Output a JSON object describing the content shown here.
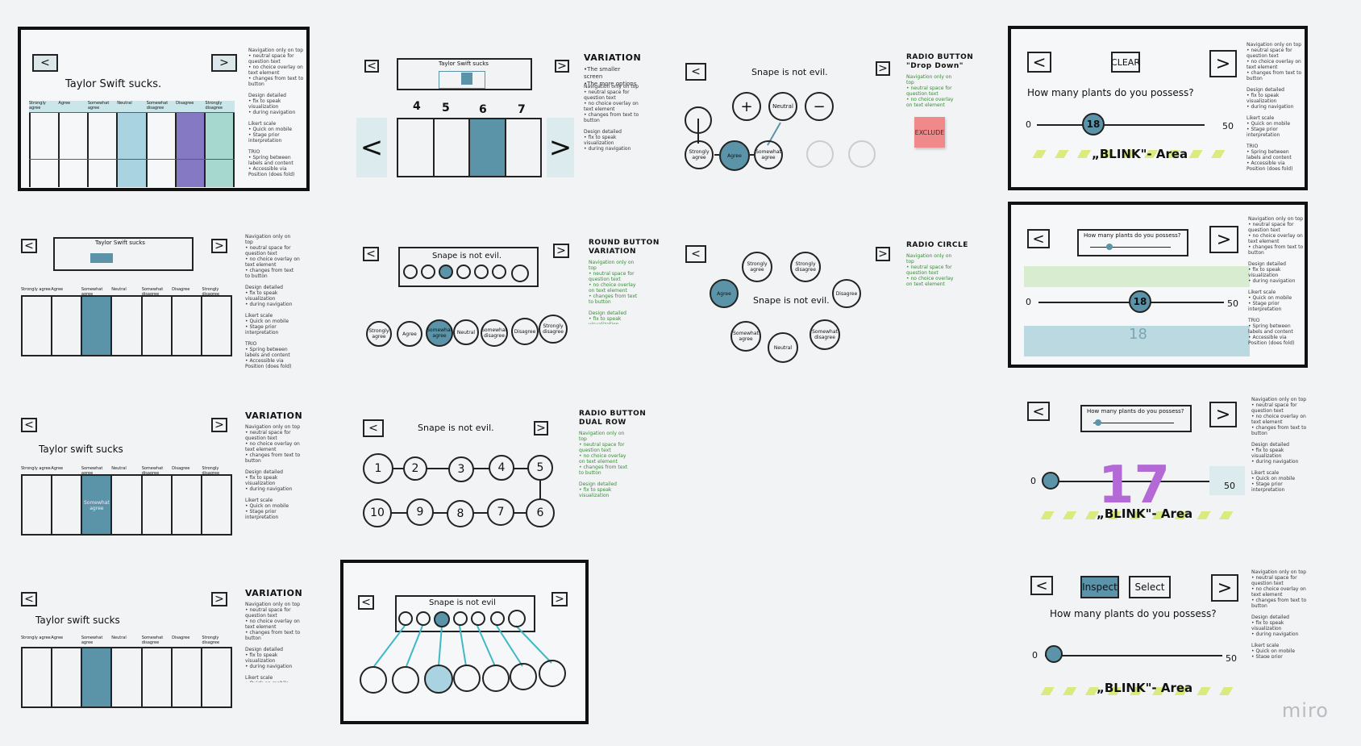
{
  "app": {
    "watermark": "miro"
  },
  "colors": {
    "accent": "#5b93a8",
    "background": "#f2f3f4",
    "magenta": "#c4227a",
    "lime": "#d7e86a",
    "sticky": "#f08a8a",
    "purple": "#b36ad6"
  },
  "scale_labels": [
    "Strongly agree",
    "Agree",
    "Somewhat agree",
    "Neutral",
    "Somewhat disagree",
    "Disagree",
    "Strongly disagree"
  ],
  "taylor": {
    "title_top": "Taylor Swift sucks.",
    "title_small": "Taylor Swift sucks",
    "title_variation": "Taylor swift sucks"
  },
  "snape": {
    "title": "Snape is not evil.",
    "title_alt": "Snape is not evil"
  },
  "number_picker": {
    "numbers": [
      "4",
      "5",
      "6",
      "7"
    ]
  },
  "dual_row": {
    "top": [
      "1",
      "2",
      "3",
      "4",
      "5"
    ],
    "bottom": [
      "10",
      "9",
      "8",
      "7",
      "6"
    ]
  },
  "radio_drop": {
    "title": "RADIO BUTTON\n\"Drop Down\"",
    "sticky": "EXCLUDE",
    "buttons": {
      "plus": "+",
      "neutral": "Neutral",
      "minus": "−"
    }
  },
  "round_variation": {
    "title": "ROUND BUTTON\nVARIATION"
  },
  "radio_circle": {
    "title": "RADIO CIRCLE"
  },
  "radio_dual": {
    "title": "RADIO BUTTON\nDUAL ROW"
  },
  "variation": {
    "title": "VARIATION",
    "notes_top": "•The smaller screen\n•The more options"
  },
  "plants": {
    "question": "How many plants do you possess?",
    "clear": "CLEAR",
    "min": "0",
    "max": "50",
    "value": "18",
    "value_big": "17",
    "blink": "„BLINK\"- Area",
    "inspect": "Inspect",
    "select": "Select"
  },
  "notes": {
    "generic": "Navigation only on top\n• neutral space for question text\n• no choice overlay on text element\n• changes from text to button\n\nDesign detailed\n• fix to speak visualization\n• during navigation\n\nLikert scale\n• Quick on mobile\n• Stage prior interpretation\n\nTRIO\n• Spring between labels and content\n• Accessible via Position (does fold)"
  }
}
